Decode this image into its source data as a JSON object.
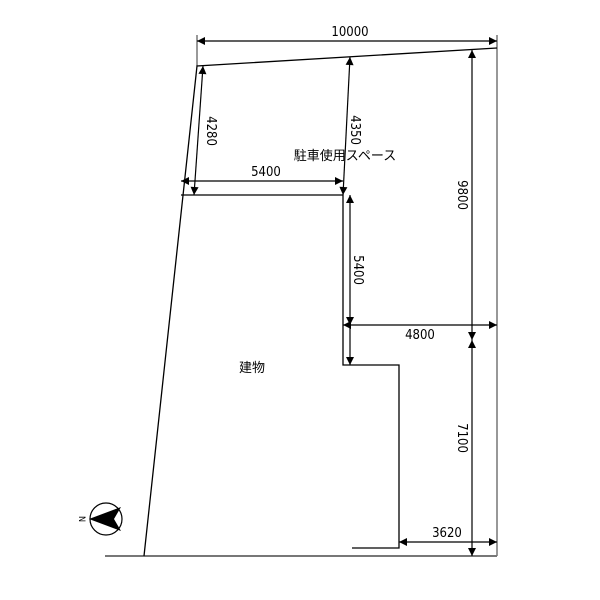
{
  "labels": {
    "parking": "駐車使用スペース",
    "building": "建物",
    "north": "N"
  },
  "dimensions": {
    "top_width": "10000",
    "left_depth": "4280",
    "mid_depth": "4350",
    "parking_width": "5400",
    "parking_step": "5400",
    "right_step": "4800",
    "total_depth": "9800",
    "lower_depth": "7100",
    "bottom_offset": "3620"
  }
}
